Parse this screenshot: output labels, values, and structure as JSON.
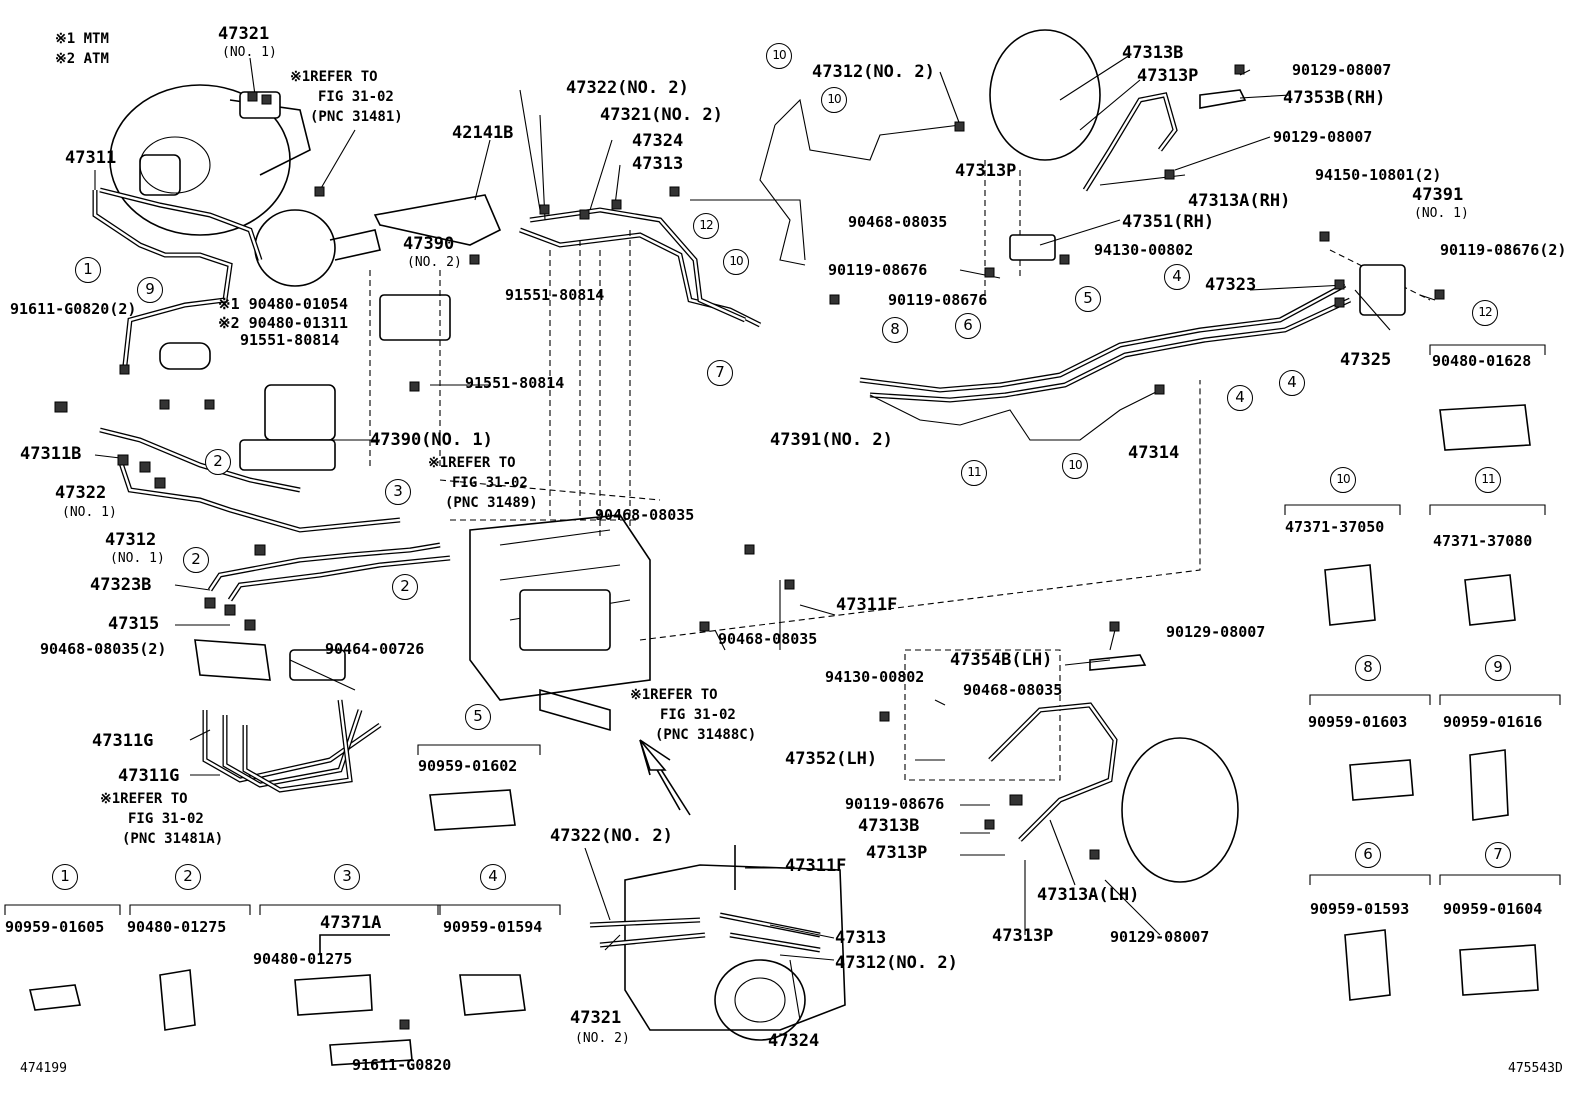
{
  "notes": {
    "mtm": "※1 MTM",
    "atm": "※2 ATM"
  },
  "refs": {
    "ref_31481": [
      "※1REFER TO",
      "FIG 31-02",
      "(PNC 31481)"
    ],
    "ref_31489": [
      "※1REFER TO",
      "FIG 31-02",
      "(PNC 31489)"
    ],
    "ref_31488c": [
      "※1REFER TO",
      "FIG 31-02",
      "(PNC 31488C)"
    ],
    "ref_31481a": [
      "※1REFER TO",
      "FIG 31-02",
      "(PNC 31481A)"
    ]
  },
  "labels": {
    "p47321_no1": "47321",
    "p47321_no1_sub": "(NO. 1)",
    "p47311": "47311",
    "p42141b": "42141B",
    "p47390_no2": "47390",
    "p47390_no2_sub": "(NO. 2)",
    "p91551_a": "91551-80814",
    "p91551_b": "91551-80814",
    "p91551_c": "91551-80814",
    "p91611_2": "91611-G0820(2)",
    "p90480_01054": "※1 90480-01054",
    "p90480_01311": "※2 90480-01311",
    "p47390_no1": "47390(NO. 1)",
    "p47311b": "47311B",
    "p47322_no1": "47322",
    "p47322_no1_sub": "(NO. 1)",
    "p47312_no1": "47312",
    "p47312_no1_sub": "(NO. 1)",
    "p47323b": "47323B",
    "p47315": "47315",
    "p90468_2": "90468-08035(2)",
    "p90464": "90464-00726",
    "p47311g_a": "47311G",
    "p47311g_b": "47311G",
    "p47322_no2_top": "47322(NO. 2)",
    "p47321_no2_top": "47321(NO. 2)",
    "p47324_top": "47324",
    "p47313_top": "47313",
    "p47312_no2_top": "47312(NO. 2)",
    "p47313b_top": "47313B",
    "p47313p_top": "47313P",
    "p47313p_mid": "47313P",
    "p90129_a": "90129-08007",
    "p47353b": "47353B(RH)",
    "p90129_b": "90129-08007",
    "p47313a_rh": "47313A(RH)",
    "p94150": "94150-10801(2)",
    "p47391_no1": "47391",
    "p47391_no1_sub": "(NO. 1)",
    "p90468_top": "90468-08035",
    "p47351": "47351(RH)",
    "p94130_top": "94130-00802",
    "p90119_a": "90119-08676",
    "p90119_b": "90119-08676",
    "p90119_2": "90119-08676(2)",
    "p47323": "47323",
    "p47325": "47325",
    "p47391_no2": "47391(NO. 2)",
    "p47314": "47314",
    "p90468_mid": "90468-08035",
    "p90468_mid2": "90468-08035",
    "p47311f_mid": "47311F",
    "p90129_c": "90129-08007",
    "p47354b": "47354B(LH)",
    "p94130_bot": "94130-00802",
    "p90468_bot": "90468-08035",
    "p47352": "47352(LH)",
    "p90119_c": "90119-08676",
    "p47313b_bot": "47313B",
    "p47313p_bot": "47313P",
    "p47313p_bot2": "47313P",
    "p47313a_lh": "47313A(LH)",
    "p90129_d": "90129-08007",
    "p47322_no2_bot": "47322(NO. 2)",
    "p47311f_bot": "47311F",
    "p47313_bot": "47313",
    "p47312_no2_bot": "47312(NO. 2)",
    "p47321_no2_bot": "47321",
    "p47321_no2_bot_sub": "(NO. 2)",
    "p47324_bot": "47324"
  },
  "callouts": {
    "c1": "1",
    "c2a": "2",
    "c2b": "2",
    "c2c": "2",
    "c3": "3",
    "c9": "9",
    "c10a": "10",
    "c10b": "10",
    "c10c": "10",
    "c10d": "10",
    "c12a": "12",
    "c5": "5",
    "c4a": "4",
    "c4b": "4",
    "c4c": "4",
    "c6": "6",
    "c7": "7",
    "c8": "8",
    "c11": "11",
    "c5leg": "5"
  },
  "legend": [
    {
      "num": "1",
      "part": "90959-01605"
    },
    {
      "num": "2",
      "part": "90480-01275"
    },
    {
      "num": "3",
      "part": "47371A",
      "sub1": "90480-01275",
      "sub2": "91611-G0820"
    },
    {
      "num": "4",
      "part": "90959-01594"
    },
    {
      "num": "5",
      "part": "90959-01602"
    },
    {
      "num": "12",
      "part": "90480-01628"
    },
    {
      "num": "10",
      "part": "47371-37050"
    },
    {
      "num": "11",
      "part": "47371-37080"
    },
    {
      "num": "8",
      "part": "90959-01603"
    },
    {
      "num": "9",
      "part": "90959-01616"
    },
    {
      "num": "6",
      "part": "90959-01593"
    },
    {
      "num": "7",
      "part": "90959-01604"
    }
  ],
  "figure_ids": {
    "left": "474199",
    "right": "475543D"
  }
}
